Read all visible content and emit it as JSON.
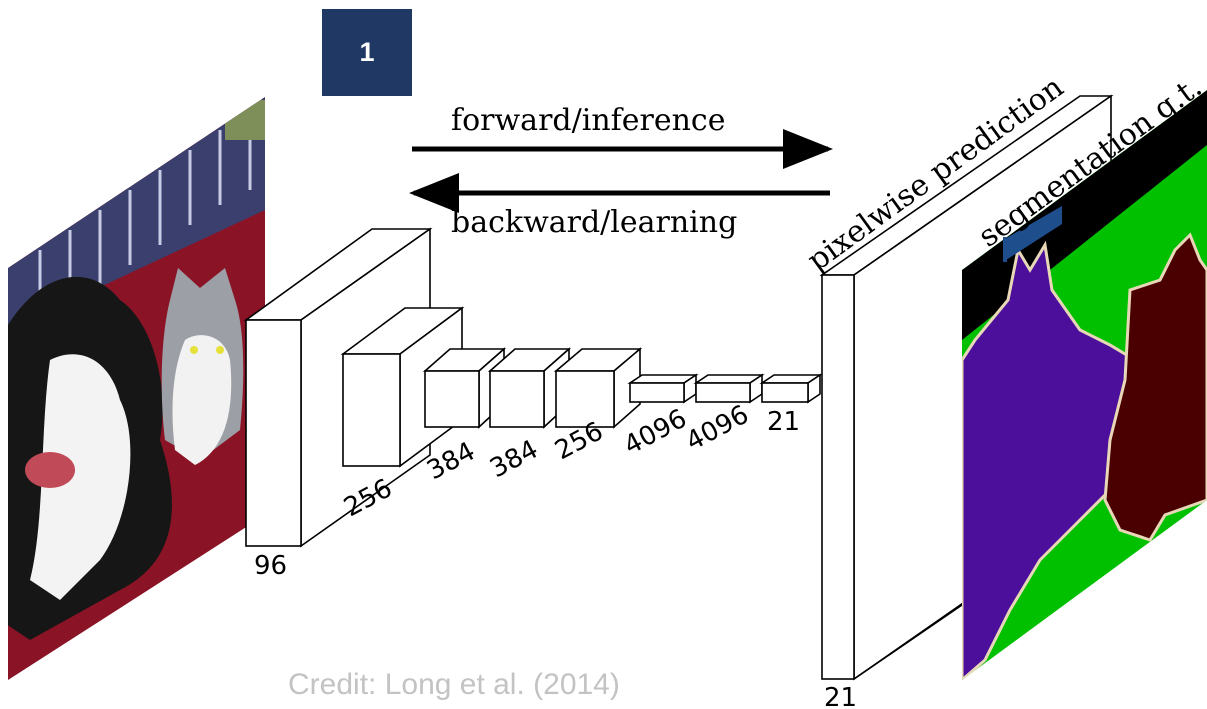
{
  "badge": {
    "number": "1"
  },
  "arrows": {
    "forward_label": "forward/inference",
    "backward_label": "backward/learning"
  },
  "layers": {
    "input_channels": "96",
    "conv_labels": [
      "256",
      "384",
      "384",
      "256",
      "4096",
      "4096",
      "21"
    ],
    "output_channels": "21"
  },
  "output_labels": {
    "prediction": "pixelwise prediction",
    "ground_truth": "segmentation g.t."
  },
  "credit": "Credit: Long et al. (2014)",
  "colors": {
    "badge": "#1f3864",
    "gt_background": "#00c000",
    "gt_dog": "#4b0f9c",
    "gt_cat": "#4a0000",
    "gt_marker": "#1f4e8c",
    "credit_text": "#c3c3c3"
  }
}
